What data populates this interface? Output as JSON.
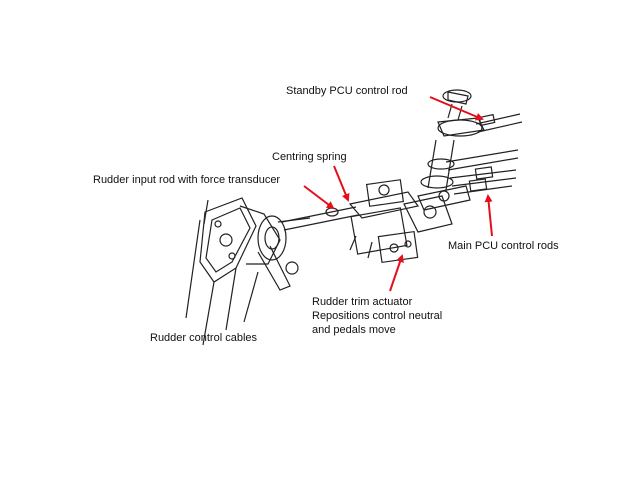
{
  "labels": {
    "standby_pcu": "Standby PCU control rod",
    "centring_spring": "Centring spring",
    "rudder_input_rod": "Rudder input rod with force transducer",
    "main_pcu": "Main PCU control rods",
    "trim_actuator": "Rudder trim actuator Repositions control neutral and pedals move",
    "control_cables": "Rudder control cables"
  },
  "colors": {
    "arrow": "#e3101c",
    "line_art": "#222222"
  }
}
